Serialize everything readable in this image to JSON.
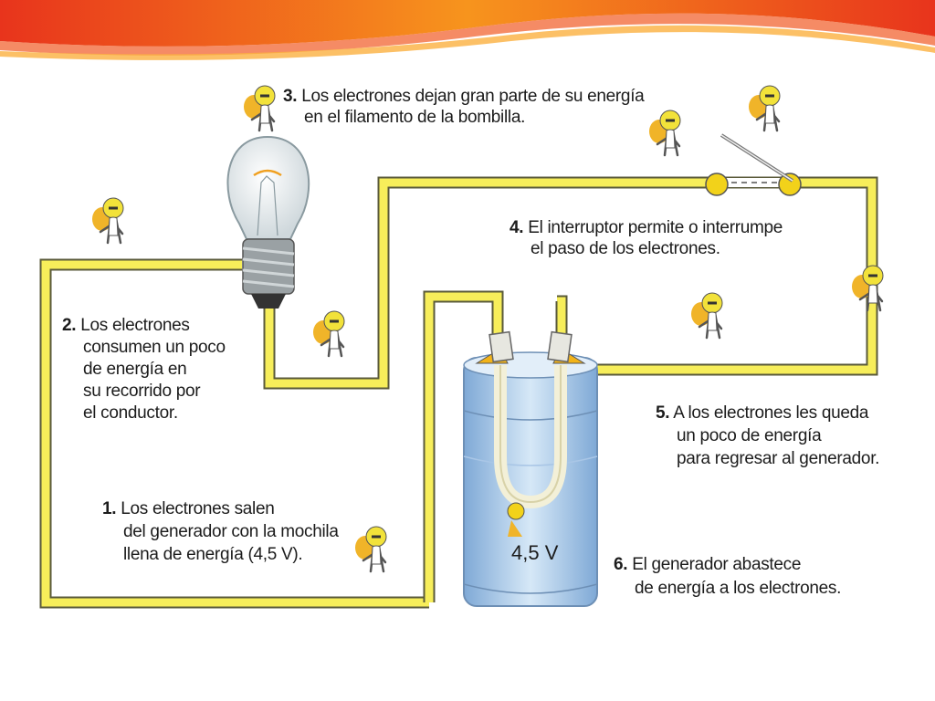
{
  "captions": {
    "step1": {
      "number": "1.",
      "lines": [
        "Los electrones salen",
        "del generador con la mochila",
        "llena de energía (4,5 V)."
      ]
    },
    "step2": {
      "number": "2.",
      "lines": [
        "Los electrones",
        "consumen un poco",
        "de energía en",
        "su recorrido por",
        "el conductor."
      ]
    },
    "step3": {
      "number": "3.",
      "lines": [
        "Los electrones dejan gran parte de su energía",
        "en el filamento de la bombilla."
      ]
    },
    "step4": {
      "number": "4.",
      "lines": [
        "El interruptor permite o interrumpe",
        "el paso de los electrones."
      ]
    },
    "step5": {
      "number": "5.",
      "lines": [
        "A los electrones les queda",
        "un poco de energía",
        "para regresar al generador."
      ]
    },
    "step6": {
      "number": "6.",
      "lines": [
        "El generador abastece",
        "de energía a los electrones."
      ]
    }
  },
  "battery": {
    "label": "4,5 V"
  },
  "colors": {
    "wire": "#f7ee5a",
    "wire_outline": "#5a5a3a",
    "electron": "#f2e23a",
    "backpack": "#f0b429",
    "banner_red": "#e8341c",
    "banner_orange": "#f7941d",
    "battery_blue": "#9fc4e8"
  },
  "icons": [
    "light-bulb-icon",
    "battery-icon",
    "switch-icon",
    "electron-character-icon"
  ]
}
